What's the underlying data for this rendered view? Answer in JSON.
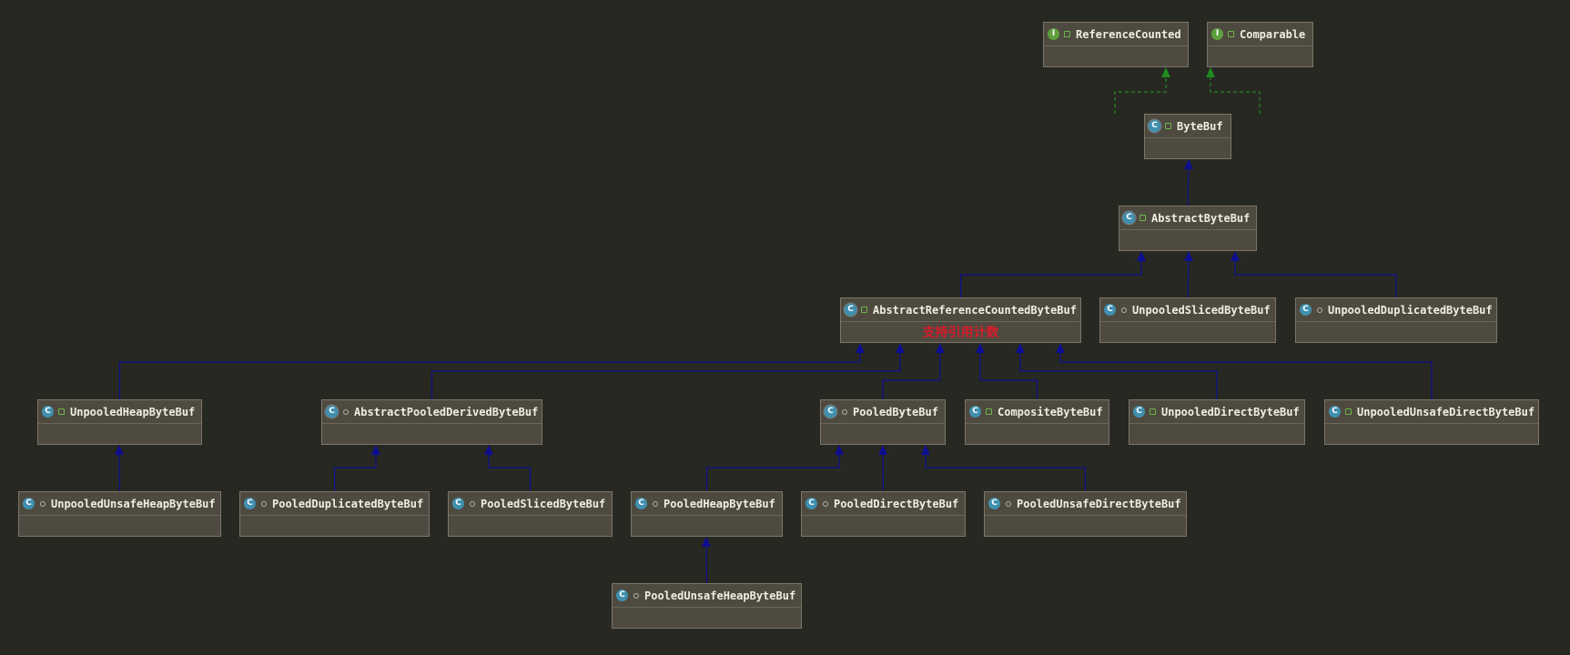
{
  "diagram": {
    "nodes": [
      {
        "id": "ReferenceCounted",
        "label": "ReferenceCounted",
        "kind": "interface",
        "modifier": "public"
      },
      {
        "id": "Comparable",
        "label": "Comparable",
        "kind": "interface",
        "modifier": "public"
      },
      {
        "id": "ByteBuf",
        "label": "ByteBuf",
        "kind": "abstract-class",
        "modifier": "public"
      },
      {
        "id": "AbstractByteBuf",
        "label": "AbstractByteBuf",
        "kind": "abstract-class",
        "modifier": "public"
      },
      {
        "id": "AbstractReferenceCountedByteBuf",
        "label": "AbstractReferenceCountedByteBuf",
        "kind": "abstract-class",
        "modifier": "public",
        "note": "支持引用计数"
      },
      {
        "id": "UnpooledSlicedByteBuf",
        "label": "UnpooledSlicedByteBuf",
        "kind": "class",
        "modifier": "package"
      },
      {
        "id": "UnpooledDuplicatedByteBuf",
        "label": "UnpooledDuplicatedByteBuf",
        "kind": "class",
        "modifier": "package"
      },
      {
        "id": "UnpooledHeapByteBuf",
        "label": "UnpooledHeapByteBuf",
        "kind": "class",
        "modifier": "public"
      },
      {
        "id": "AbstractPooledDerivedByteBuf",
        "label": "AbstractPooledDerivedByteBuf",
        "kind": "abstract-class",
        "modifier": "package"
      },
      {
        "id": "PooledByteBuf",
        "label": "PooledByteBuf",
        "kind": "abstract-class",
        "modifier": "package"
      },
      {
        "id": "CompositeByteBuf",
        "label": "CompositeByteBuf",
        "kind": "class",
        "modifier": "public"
      },
      {
        "id": "UnpooledDirectByteBuf",
        "label": "UnpooledDirectByteBuf",
        "kind": "class",
        "modifier": "public"
      },
      {
        "id": "UnpooledUnsafeDirectByteBuf",
        "label": "UnpooledUnsafeDirectByteBuf",
        "kind": "class",
        "modifier": "public"
      },
      {
        "id": "UnpooledUnsafeHeapByteBuf",
        "label": "UnpooledUnsafeHeapByteBuf",
        "kind": "class",
        "modifier": "package"
      },
      {
        "id": "PooledDuplicatedByteBuf",
        "label": "PooledDuplicatedByteBuf",
        "kind": "final-class",
        "modifier": "package"
      },
      {
        "id": "PooledSlicedByteBuf",
        "label": "PooledSlicedByteBuf",
        "kind": "final-class",
        "modifier": "package"
      },
      {
        "id": "PooledHeapByteBuf",
        "label": "PooledHeapByteBuf",
        "kind": "class",
        "modifier": "package"
      },
      {
        "id": "PooledDirectByteBuf",
        "label": "PooledDirectByteBuf",
        "kind": "final-class",
        "modifier": "package"
      },
      {
        "id": "PooledUnsafeDirectByteBuf",
        "label": "PooledUnsafeDirectByteBuf",
        "kind": "final-class",
        "modifier": "package"
      },
      {
        "id": "PooledUnsafeHeapByteBuf",
        "label": "PooledUnsafeHeapByteBuf",
        "kind": "final-class",
        "modifier": "package"
      }
    ],
    "edges": [
      {
        "from": "ByteBuf",
        "to": "ReferenceCounted",
        "type": "implements"
      },
      {
        "from": "ByteBuf",
        "to": "Comparable",
        "type": "implements"
      },
      {
        "from": "AbstractByteBuf",
        "to": "ByteBuf",
        "type": "extends"
      },
      {
        "from": "AbstractReferenceCountedByteBuf",
        "to": "AbstractByteBuf",
        "type": "extends"
      },
      {
        "from": "UnpooledSlicedByteBuf",
        "to": "AbstractByteBuf",
        "type": "extends"
      },
      {
        "from": "UnpooledDuplicatedByteBuf",
        "to": "AbstractByteBuf",
        "type": "extends"
      },
      {
        "from": "UnpooledHeapByteBuf",
        "to": "AbstractReferenceCountedByteBuf",
        "type": "extends"
      },
      {
        "from": "AbstractPooledDerivedByteBuf",
        "to": "AbstractReferenceCountedByteBuf",
        "type": "extends"
      },
      {
        "from": "PooledByteBuf",
        "to": "AbstractReferenceCountedByteBuf",
        "type": "extends"
      },
      {
        "from": "CompositeByteBuf",
        "to": "AbstractReferenceCountedByteBuf",
        "type": "extends"
      },
      {
        "from": "UnpooledDirectByteBuf",
        "to": "AbstractReferenceCountedByteBuf",
        "type": "extends"
      },
      {
        "from": "UnpooledUnsafeDirectByteBuf",
        "to": "AbstractReferenceCountedByteBuf",
        "type": "extends"
      },
      {
        "from": "UnpooledUnsafeHeapByteBuf",
        "to": "UnpooledHeapByteBuf",
        "type": "extends"
      },
      {
        "from": "PooledDuplicatedByteBuf",
        "to": "AbstractPooledDerivedByteBuf",
        "type": "extends"
      },
      {
        "from": "PooledSlicedByteBuf",
        "to": "AbstractPooledDerivedByteBuf",
        "type": "extends"
      },
      {
        "from": "PooledHeapByteBuf",
        "to": "PooledByteBuf",
        "type": "extends"
      },
      {
        "from": "PooledDirectByteBuf",
        "to": "PooledByteBuf",
        "type": "extends"
      },
      {
        "from": "PooledUnsafeDirectByteBuf",
        "to": "PooledByteBuf",
        "type": "extends"
      },
      {
        "from": "PooledUnsafeHeapByteBuf",
        "to": "PooledHeapByteBuf",
        "type": "extends"
      }
    ]
  },
  "colors": {
    "background": "#282823",
    "node_fill": "#4e4a40",
    "node_border": "#7b7667",
    "extends_edge": "#0c0f8f",
    "implements_edge": "#1f8a1f",
    "note_text": "#d81c2a"
  }
}
